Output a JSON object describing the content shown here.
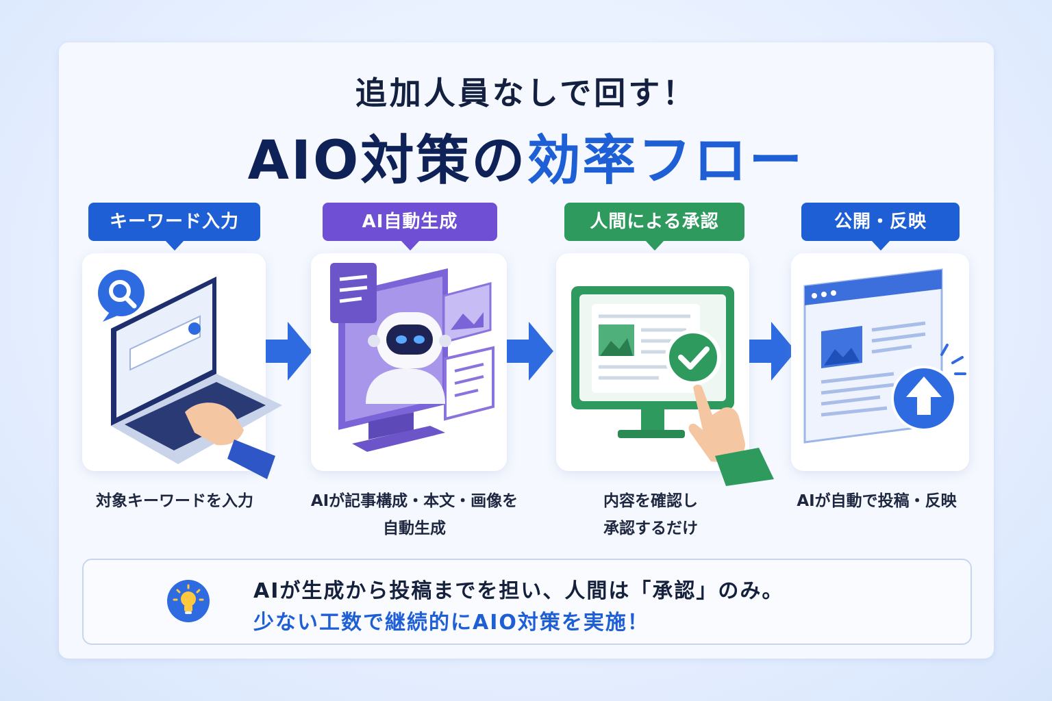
{
  "title": {
    "line1": "追加人員なしで回す！",
    "line2_main": "AIO対策の",
    "line2_accent": "効率フロー"
  },
  "colors": {
    "blue": "#1f5fd6",
    "purple": "#6f4fd4",
    "green": "#2e9a5e",
    "navy": "#0f2258"
  },
  "steps": [
    {
      "label": "キーワード入力",
      "caption_lines": [
        "対象キーワードを入力"
      ],
      "icon": "laptop-search-icon"
    },
    {
      "label": "AI自動生成",
      "caption_lines": [
        "AIが記事構成・本文・画像を",
        "自動生成"
      ],
      "icon": "ai-robot-icon"
    },
    {
      "label": "人間による承認",
      "caption_lines": [
        "内容を確認し",
        "承認するだけ"
      ],
      "icon": "monitor-check-icon"
    },
    {
      "label": "公開・反映",
      "caption_lines": [
        "AIが自動で投稿・反映"
      ],
      "icon": "browser-upload-icon"
    }
  ],
  "summary": {
    "line1": "AIが生成から投稿までを担い、人間は「承認」のみ。",
    "line2": "少ない工数で継続的にAIO対策を実施！",
    "icon": "lightbulb-icon"
  }
}
